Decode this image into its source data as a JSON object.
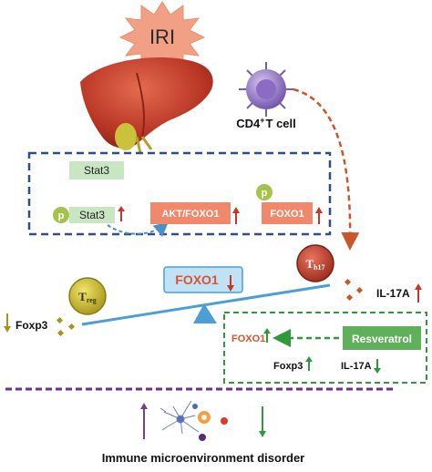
{
  "title_burst": "IRI",
  "cell_label": {
    "main": "CD4",
    "sup": "+",
    "rest": "T cell"
  },
  "top_box": {
    "stat3": "Stat3",
    "p_stat3": "Stat3",
    "p_mark": "p",
    "akt_foxo1": "AKT/FOXO1",
    "p_foxo1": "FOXO1"
  },
  "cells": {
    "th17": {
      "main": "T",
      "sub": "h17"
    },
    "treg": {
      "main": "T",
      "sub": "reg"
    }
  },
  "balance_center": "FOXO1",
  "left_marker": "Foxp3",
  "right_marker": "IL-17A",
  "resveratrol_box": {
    "drug": "Resveratrol",
    "target": "FOXO1",
    "foxp3": "Foxp3",
    "il17a": "IL-17A"
  },
  "footer": "Immune microenvironment disorder",
  "colors": {
    "dashed_box": "#2e4f8c",
    "green": "#2e9a3c",
    "orange_box": "#f0896b",
    "brown_arrow": "#c8572a",
    "beam": "#4c9fd4",
    "purple_line": "#6f2f8e"
  },
  "icons": [
    "burst-icon",
    "liver-icon",
    "t-cell-icon",
    "th17-cell-icon",
    "treg-cell-icon",
    "fulcrum-icon",
    "microglia-icon"
  ]
}
